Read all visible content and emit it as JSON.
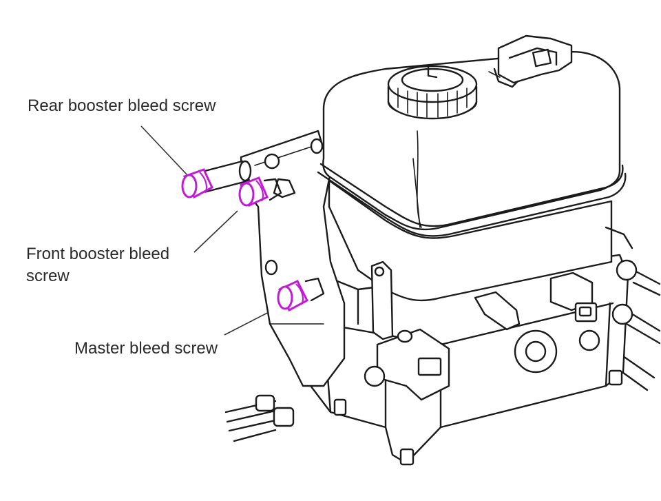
{
  "labels": {
    "rear_booster": "Rear booster bleed screw",
    "front_booster_line1": "Front booster bleed",
    "front_booster_line2": "screw",
    "master": "Master bleed screw"
  },
  "colors": {
    "highlight": "#c21bd6",
    "ink": "#1b1b1b",
    "label_text": "#2a2a2a",
    "background": "#ffffff"
  }
}
